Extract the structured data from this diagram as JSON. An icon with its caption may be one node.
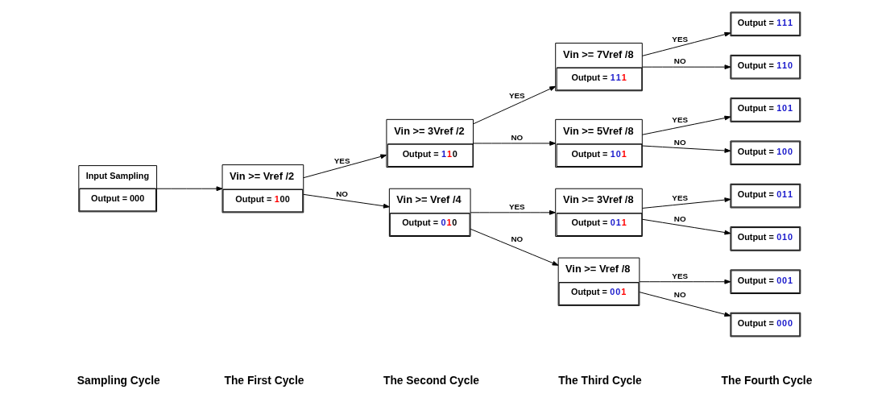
{
  "diagram": {
    "nodes": [
      {
        "text": [
          "Input Sampling",
          "Output = 000"
        ]
      },
      {
        "text": [
          "Vin >= Vref /2",
          "Output = 100"
        ]
      },
      {
        "text": [
          "Vin >= 3Vref /2",
          "Output = 110"
        ]
      },
      {
        "text": [
          "Vin >= Vref /4",
          "Output = 010"
        ]
      },
      {
        "text": [
          "Vin >= 7Vref /8",
          "Output = 111"
        ]
      },
      {
        "text": [
          "Vin >= 5Vref /8",
          "Output = 101"
        ]
      },
      {
        "text": [
          "Vin >= 3Vref /8",
          "Output = 011"
        ]
      },
      {
        "text": [
          "Vin >= Vref /8",
          "Output = 001"
        ]
      },
      {
        "text": [
          "Output = 111"
        ]
      },
      {
        "text": [
          "Output = 110"
        ]
      },
      {
        "text": [
          "Output = 101"
        ]
      },
      {
        "text": [
          "Output = 100"
        ]
      },
      {
        "text": [
          "Output = 011"
        ]
      },
      {
        "text": [
          "Output = 010"
        ]
      },
      {
        "text": [
          "Output = 001"
        ]
      },
      {
        "text": [
          "Output = 000"
        ]
      }
    ],
    "edges": [
      {
        "from": 0,
        "to": 1,
        "arrow": "to"
      },
      {
        "from": 1,
        "to": 2,
        "arrow": "to",
        "label": "YES"
      },
      {
        "from": 1,
        "to": 3,
        "arrow": "to",
        "label": "NO"
      },
      {
        "from": 2,
        "to": 4,
        "arrow": "to",
        "label": "YES"
      },
      {
        "from": 2,
        "to": 5,
        "arrow": "to",
        "label": "NO"
      },
      {
        "from": 3,
        "to": 6,
        "arrow": "to",
        "label": "YES"
      },
      {
        "from": 3,
        "to": 7,
        "arrow": "to",
        "label": "NO"
      },
      {
        "from": 4,
        "to": 8,
        "arrow": "to",
        "label": "YES"
      },
      {
        "from": 4,
        "to": 9,
        "arrow": "to",
        "label": "NO"
      },
      {
        "from": 5,
        "to": 10,
        "arrow": "to",
        "label": "YES"
      },
      {
        "from": 5,
        "to": 11,
        "arrow": "to",
        "label": "NO"
      },
      {
        "from": 6,
        "to": 12,
        "arrow": "to",
        "label": "YES"
      },
      {
        "from": 6,
        "to": 13,
        "arrow": "to",
        "label": "NO"
      },
      {
        "from": 7,
        "to": 14,
        "arrow": "to",
        "label": "YES"
      },
      {
        "from": 7,
        "to": 15,
        "arrow": "to",
        "label": "NO"
      }
    ],
    "labels": [
      "Sampling Cycle",
      "The First Cycle",
      "The Second Cycle",
      "The Third Cycle",
      "The Fourth Cycle"
    ]
  }
}
